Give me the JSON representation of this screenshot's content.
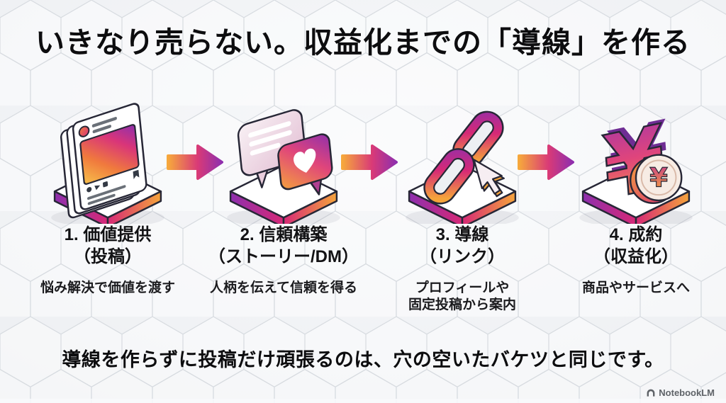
{
  "title": "いきなり売らない。収益化までの「導線」を作る",
  "steps": [
    {
      "icon": "instagram-post-icon",
      "label_line1": "1. 価値提供",
      "label_line2": "（投稿）",
      "desc_line1": "悩み解決で価値を渡す",
      "desc_line2": ""
    },
    {
      "icon": "chat-bubbles-icon",
      "label_line1": "2. 信頼構築",
      "label_line2": "（ストーリー/DM）",
      "desc_line1": "人柄を伝えて信頼を得る",
      "desc_line2": ""
    },
    {
      "icon": "link-chain-cursor-icon",
      "label_line1": "3. 導線",
      "label_line2": "（リンク）",
      "desc_line1": "プロフィールや",
      "desc_line2": "固定投稿から案内"
    },
    {
      "icon": "yen-coin-icon",
      "label_line1": "4. 成約",
      "label_line2": "（収益化）",
      "desc_line1": "商品やサービスへ",
      "desc_line2": ""
    }
  ],
  "arrows": {
    "count": 3,
    "direction": "right"
  },
  "footer_note": "導線を作らずに投稿だけ頑張るのは、穴の空いたバケツと同じです。",
  "watermark": {
    "label": "NotebookLM"
  },
  "colors": {
    "background": "#eef0f3",
    "hexagon_line": "#d7dbe0",
    "text": "#0d0d0f",
    "gradient_orange": "#f5a43b",
    "gradient_magenta": "#d62976",
    "gradient_purple": "#8e2fae",
    "outline": "#272736",
    "watermark_text": "#5f6368"
  }
}
